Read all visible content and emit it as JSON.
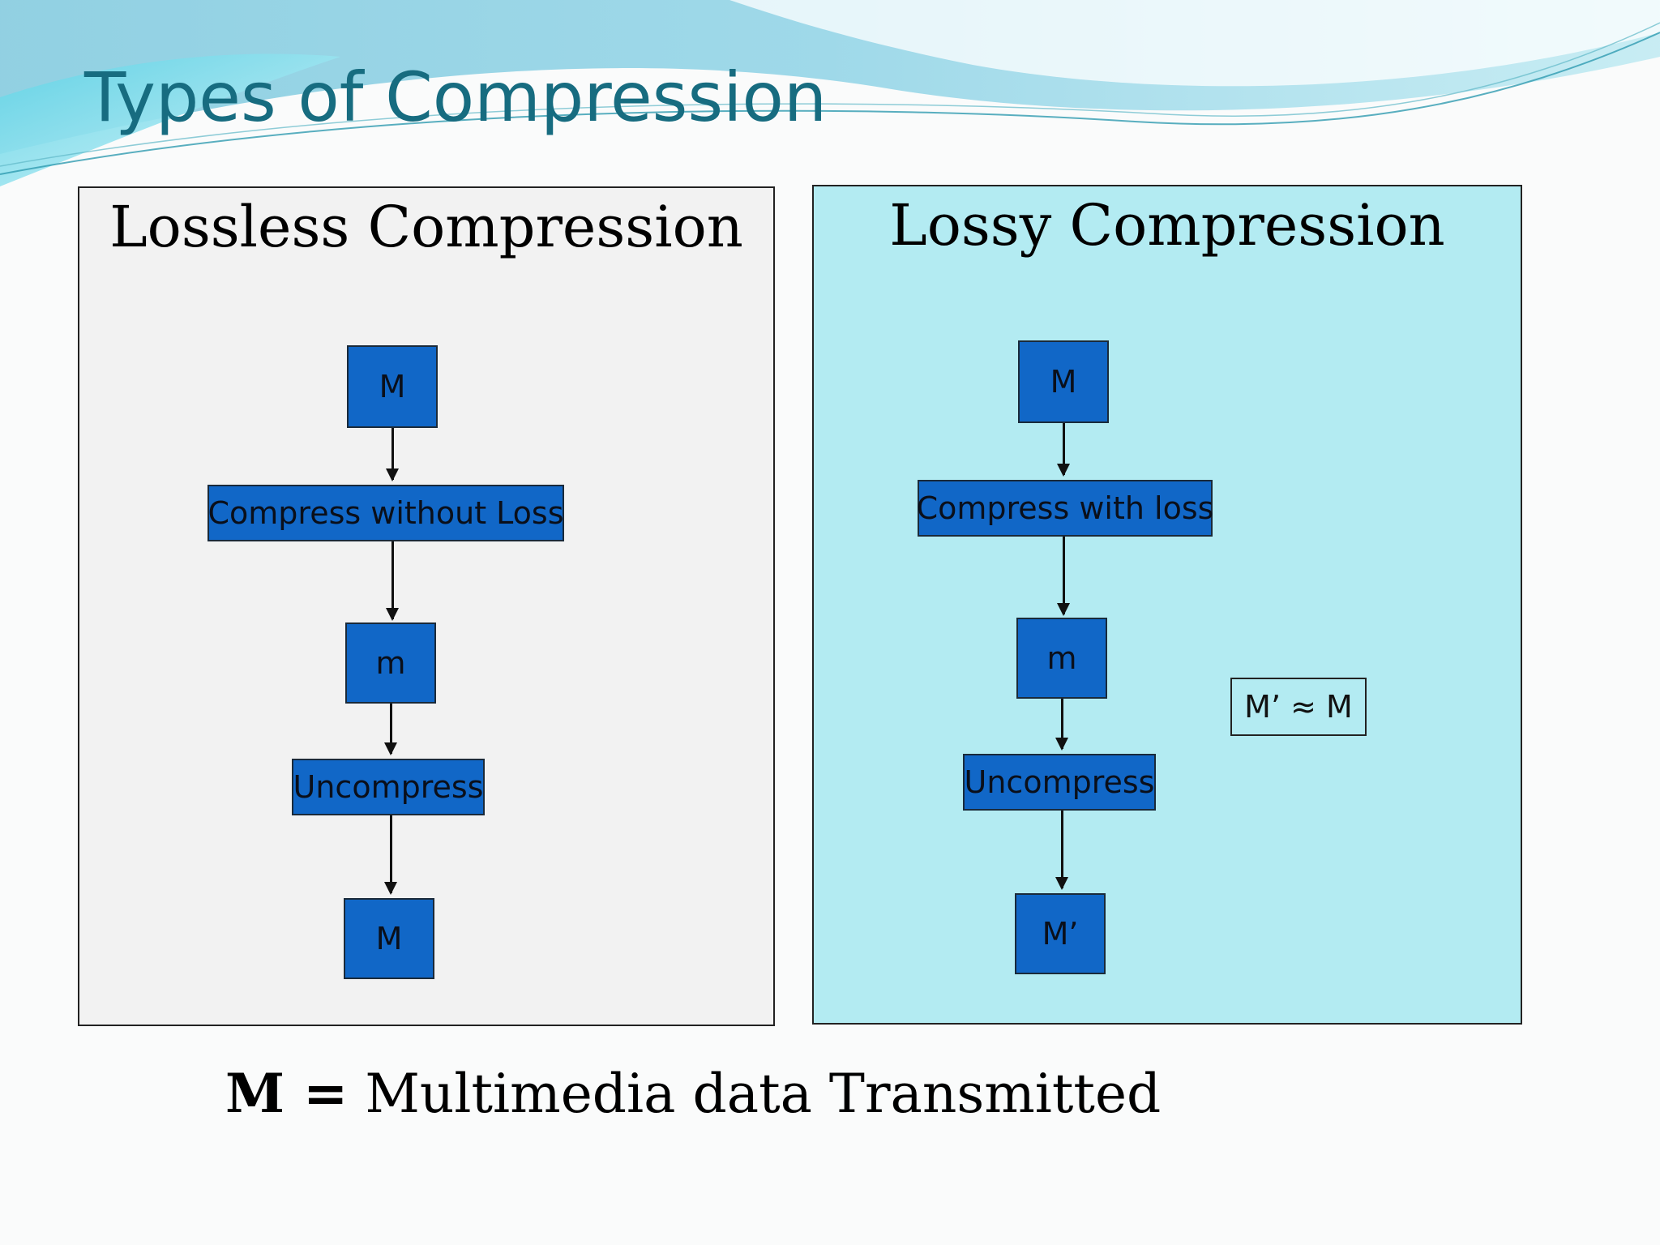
{
  "title": "Types of Compression",
  "colors": {
    "title": "#176c80",
    "lossless_panel_bg": "#f2f2f2",
    "lossy_panel_bg": "#b3ebf2",
    "box_fill": "#1167c7",
    "wave_accent": "#5fd3e6"
  },
  "lossless": {
    "heading": "Lossless Compression",
    "steps": [
      "M",
      "Compress without Loss",
      "m",
      "Uncompress",
      "M"
    ]
  },
  "lossy": {
    "heading": "Lossy Compression",
    "steps": [
      "M",
      "Compress with loss",
      "m",
      "Uncompress",
      "M’"
    ],
    "note": "M’ ≈ M"
  },
  "legend": {
    "symbol": "M =",
    "text": " Multimedia data Transmitted"
  }
}
